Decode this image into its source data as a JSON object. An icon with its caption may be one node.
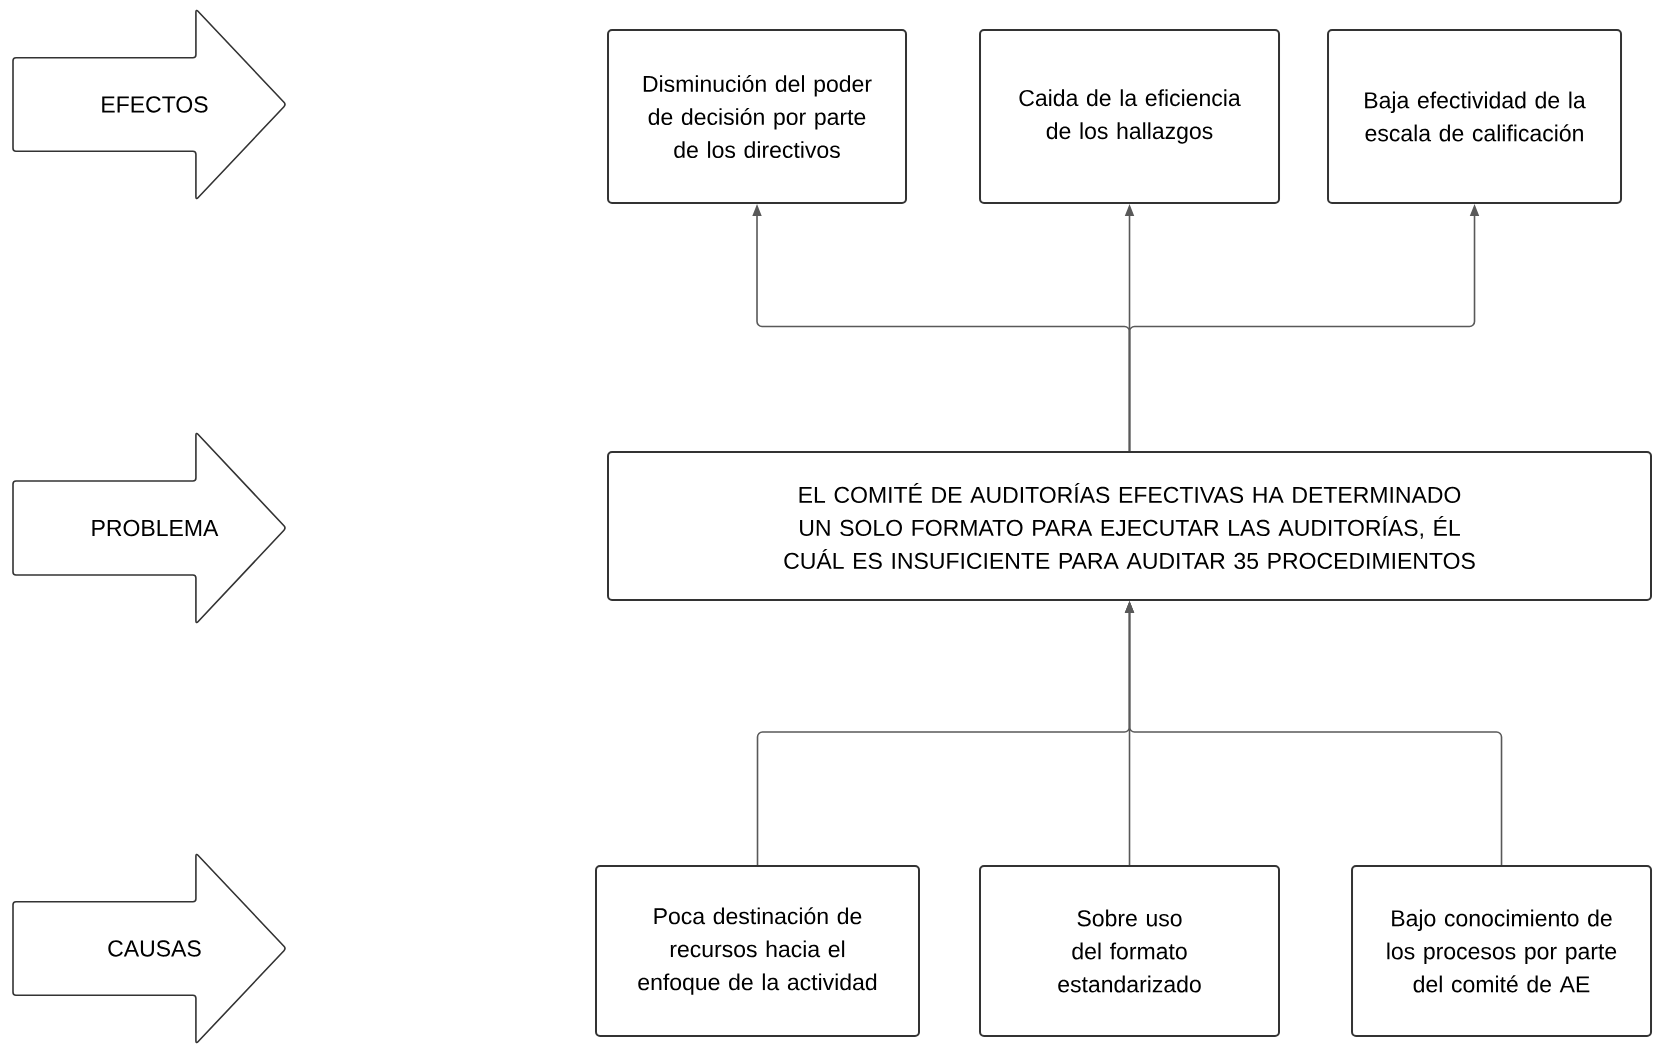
{
  "diagram": {
    "nodes": [
      {
        "text": [
          "EFECTOS"
        ]
      },
      {
        "text": [
          "PROBLEMA"
        ]
      },
      {
        "text": [
          "CAUSAS"
        ]
      },
      {
        "text": [
          "Disminución del poder de decisión por parte de los directivos"
        ]
      },
      {
        "text": [
          "Caida de la eficiencia de los hallazgos"
        ]
      },
      {
        "text": [
          "Baja efectividad de la escala de calificación"
        ]
      },
      {
        "text": [
          "EL COMITÉ DE AUDITORÍAS EFECTIVAS HA DETERMINADO UN SOLO FORMATO PARA EJECUTAR LAS AUDITORÍAS, ÉL CUÁL ES INSUFICIENTE PARA AUDITAR 35 PROCEDIMIENTOS"
        ]
      },
      {
        "text": [
          "Poca destinación de recursos hacia el enfoque de la actividad"
        ]
      },
      {
        "text": [
          "Sobre uso del formato estandarizado"
        ]
      },
      {
        "text": [
          "Bajo conocimiento de los procesos por parte del comité de AE"
        ]
      }
    ],
    "edges": [
      {
        "from": 6,
        "to": 3,
        "arrow": "to"
      },
      {
        "from": 6,
        "to": 4,
        "arrow": "to"
      },
      {
        "from": 6,
        "to": 5,
        "arrow": "to"
      },
      {
        "from": 7,
        "to": 6,
        "arrow": "to"
      },
      {
        "from": 8,
        "to": 6,
        "arrow": "to"
      },
      {
        "from": 9,
        "to": 6,
        "arrow": "to"
      }
    ]
  }
}
